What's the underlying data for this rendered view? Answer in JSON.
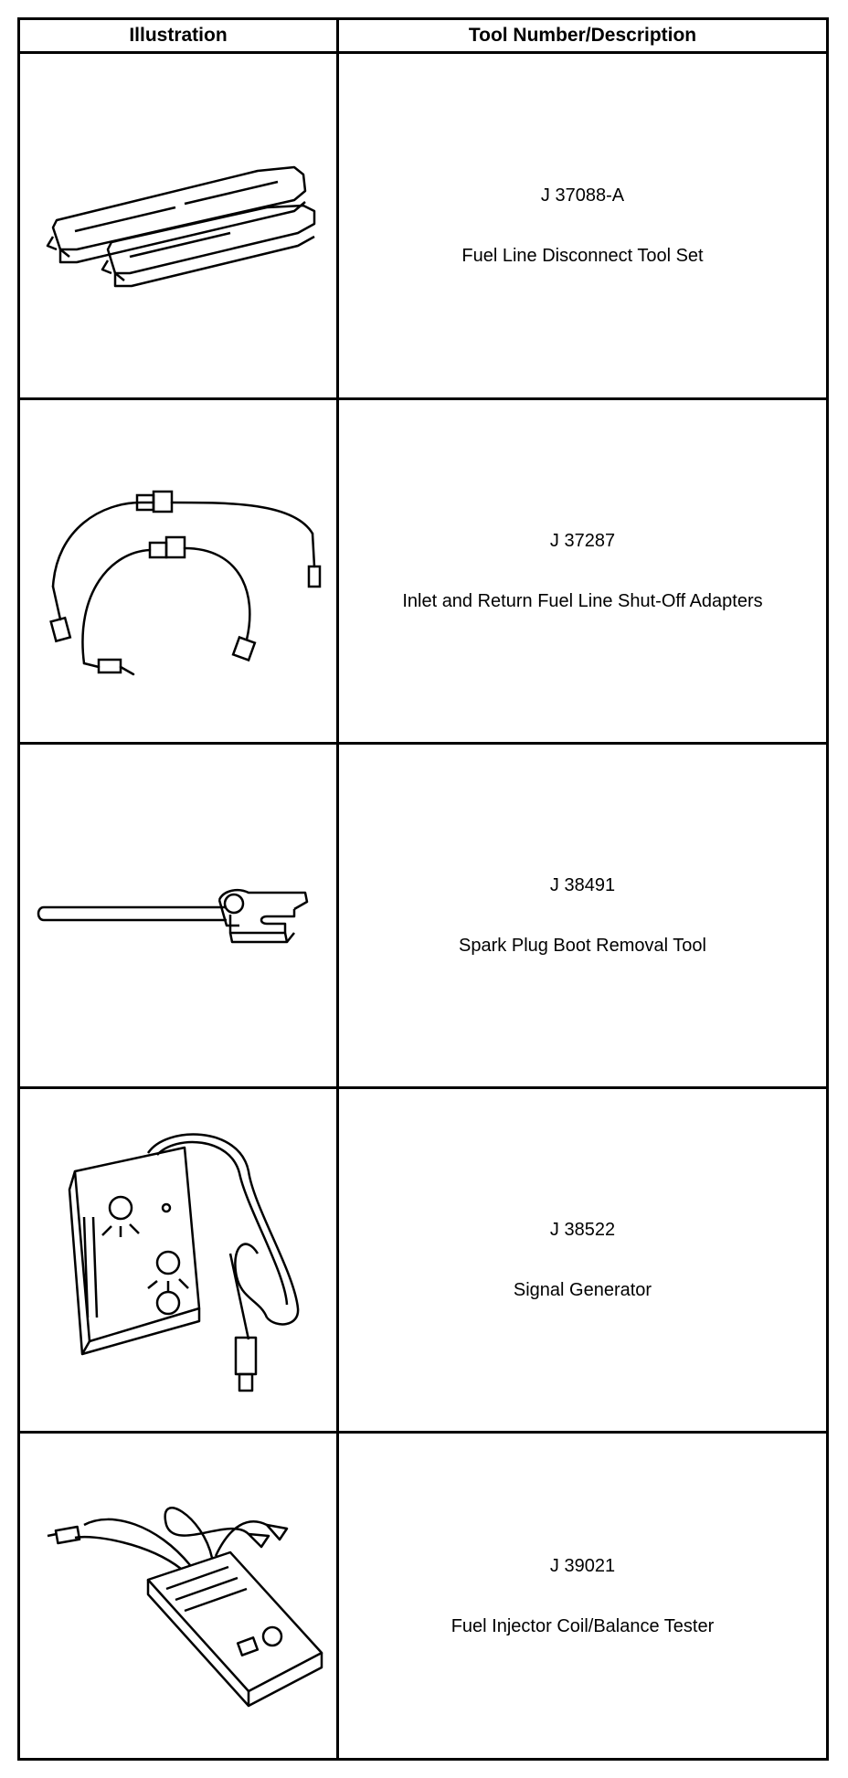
{
  "table": {
    "headers": {
      "illustration": "Illustration",
      "description": "Tool Number/Description"
    },
    "rows": [
      {
        "number": "J 37088-A",
        "description": "Fuel Line Disconnect Tool Set",
        "icon": "fuel-line-disconnect-tools-icon"
      },
      {
        "number": "J 37287",
        "description": "Inlet and Return Fuel Line Shut-Off Adapters",
        "icon": "shut-off-adapters-icon"
      },
      {
        "number": "J 38491",
        "description": "Spark Plug Boot Removal Tool",
        "icon": "spark-plug-boot-tool-icon"
      },
      {
        "number": "J 38522",
        "description": "Signal Generator",
        "icon": "signal-generator-icon"
      },
      {
        "number": "J 39021",
        "description": "Fuel Injector Coil/Balance Tester",
        "icon": "injector-tester-icon"
      }
    ]
  }
}
